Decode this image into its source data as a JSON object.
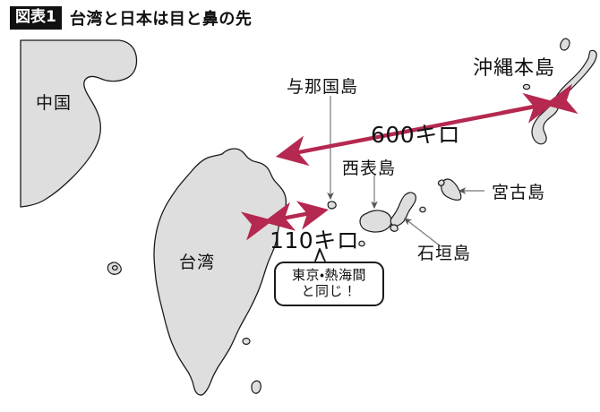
{
  "header": {
    "badge": "図表1",
    "title": "台湾と日本は目と鼻の先"
  },
  "map": {
    "labels": {
      "china": "中国",
      "taiwan": "台湾",
      "yonaguni": "与那国島",
      "iriomote": "西表島",
      "ishigaki": "石垣島",
      "miyako": "宮古島",
      "okinawa": "沖縄本島"
    },
    "distances": {
      "long": "600キロ",
      "short": "110キロ"
    },
    "callout": {
      "line1": "東京・熱海間",
      "line2": "と同じ！"
    },
    "colors": {
      "arrow": "#b5284f",
      "land_fill": "#dedede",
      "land_stroke": "#1a1a1a",
      "leader": "#666666",
      "badge_bg": "#111111",
      "text": "#111111"
    }
  }
}
